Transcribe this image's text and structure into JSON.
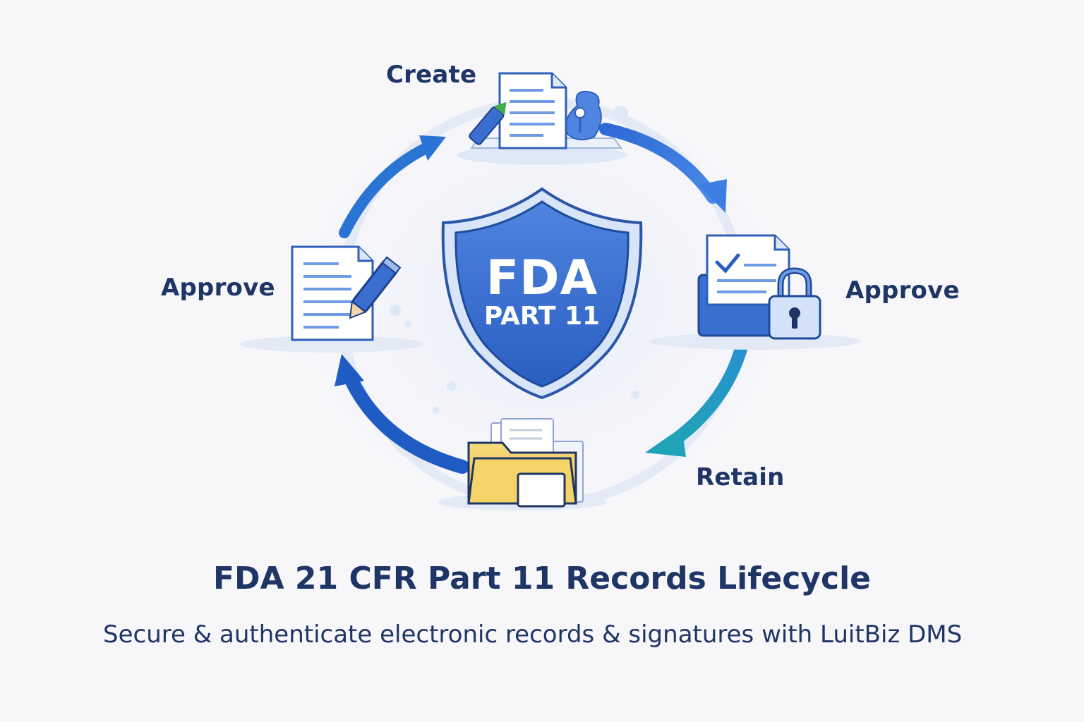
{
  "diagram": {
    "stages": {
      "top": "Create",
      "left": "Approve",
      "right": "Approve",
      "bottom_right": "Retain"
    },
    "badge": {
      "line1": "FDA",
      "line2": "PART 11"
    },
    "title": "FDA 21 CFR Part 11 Records Lifecycle",
    "subtitle": "Secure & authenticate electronic records & signatures with LuitBiz DMS"
  },
  "colors": {
    "navy_text": "#1f3566",
    "shield_blue": "#3a6fd0",
    "arrow_blue": "#2e6ad6",
    "arrow_teal": "#1fa3b8",
    "folder_yellow": "#f2cc5c"
  }
}
